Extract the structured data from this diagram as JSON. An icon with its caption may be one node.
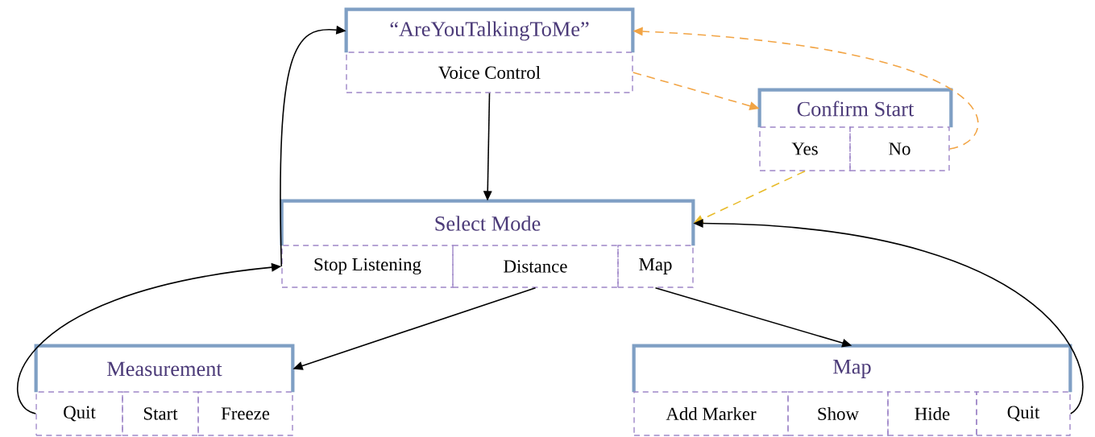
{
  "diagram": {
    "nodes": [
      {
        "text": [
          "“AreYouTalkingToMe”"
        ]
      },
      {
        "text": [
          "Voice Control"
        ]
      },
      {
        "text": [
          "Confirm Start"
        ]
      },
      {
        "text": [
          "Yes"
        ]
      },
      {
        "text": [
          "No"
        ]
      },
      {
        "text": [
          "Select Mode"
        ]
      },
      {
        "text": [
          "Stop Listening"
        ]
      },
      {
        "text": [
          "Distance"
        ]
      },
      {
        "text": [
          "Map"
        ]
      },
      {
        "text": [
          "Measurement"
        ]
      },
      {
        "text": [
          "Quit"
        ]
      },
      {
        "text": [
          "Start"
        ]
      },
      {
        "text": [
          "Freeze"
        ]
      },
      {
        "text": [
          "Map"
        ]
      },
      {
        "text": [
          "Add Marker"
        ]
      },
      {
        "text": [
          "Show"
        ]
      },
      {
        "text": [
          "Hide"
        ]
      },
      {
        "text": [
          "Quit"
        ]
      }
    ],
    "edges": [
      {
        "from": 1,
        "to": 5,
        "arrow": "to"
      },
      {
        "from": 1,
        "to": 2,
        "arrow": "to",
        "style": "dashed",
        "color": "#f2a444"
      },
      {
        "from": 4,
        "to": 0,
        "arrow": "to",
        "style": "dashed",
        "color": "#f2a444"
      },
      {
        "from": 3,
        "to": 5,
        "arrow": "to",
        "style": "dashed",
        "color": "#e8bb2a"
      },
      {
        "from": 6,
        "to": 0,
        "arrow": "to"
      },
      {
        "from": 7,
        "to": 9,
        "arrow": "to"
      },
      {
        "from": 8,
        "to": 13,
        "arrow": "to"
      },
      {
        "from": 10,
        "to": 6,
        "arrow": "to"
      },
      {
        "from": 17,
        "to": 5,
        "arrow": "to"
      }
    ]
  }
}
